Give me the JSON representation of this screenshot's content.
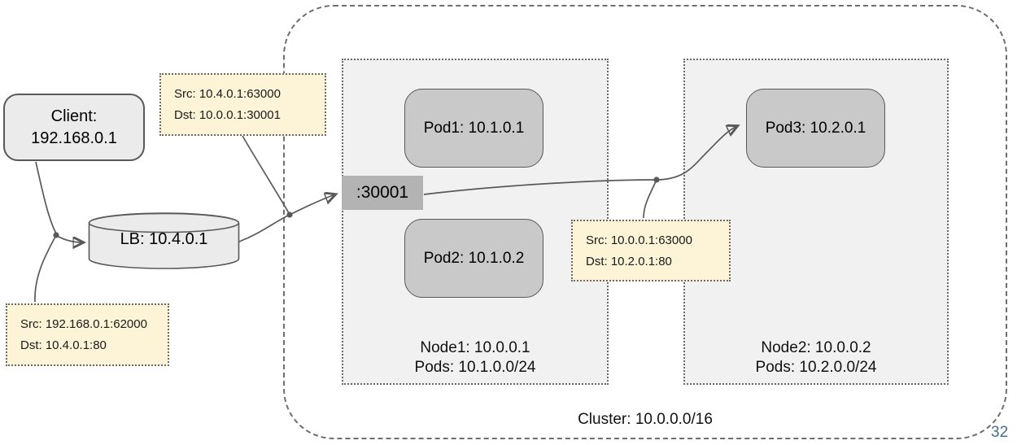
{
  "diagram": {
    "client": {
      "line1": "Client:",
      "line2": "192.168.0.1"
    },
    "lb": {
      "label": "LB: 10.4.0.1"
    },
    "port_badge": {
      "label": ":30001"
    },
    "notes": [
      {
        "src": "Src: 10.4.0.1:63000",
        "dst": "Dst: 10.0.0.1:30001"
      },
      {
        "src": "Src: 192.168.0.1:62000",
        "dst": "Dst: 10.4.0.1:80"
      },
      {
        "src": "Src: 10.0.0.1:63000",
        "dst": "Dst: 10.2.0.1:80"
      }
    ],
    "nodes": [
      {
        "caption_line1": "Node1: 10.0.0.1",
        "caption_line2": "Pods: 10.1.0.0/24",
        "pods": [
          {
            "label": "Pod1: 10.1.0.1"
          },
          {
            "label": "Pod2: 10.1.0.2"
          }
        ]
      },
      {
        "caption_line1": "Node2: 10.0.0.2",
        "caption_line2": "Pods: 10.2.0.0/24",
        "pods": [
          {
            "label": "Pod3: 10.2.0.1"
          }
        ]
      }
    ],
    "cluster": {
      "label": "Cluster: 10.0.0.0/16"
    },
    "page_number": "32",
    "colors": {
      "note_fill": "#fdf3d6",
      "shape_fill": "#ebebeb",
      "pod_fill": "#c9c9c9",
      "node_fill": "#f1f1f1",
      "port_fill": "#b3b3b3",
      "connector": "#595959",
      "cluster_border": "#6e6e6e",
      "page_number": "#44708e"
    }
  }
}
